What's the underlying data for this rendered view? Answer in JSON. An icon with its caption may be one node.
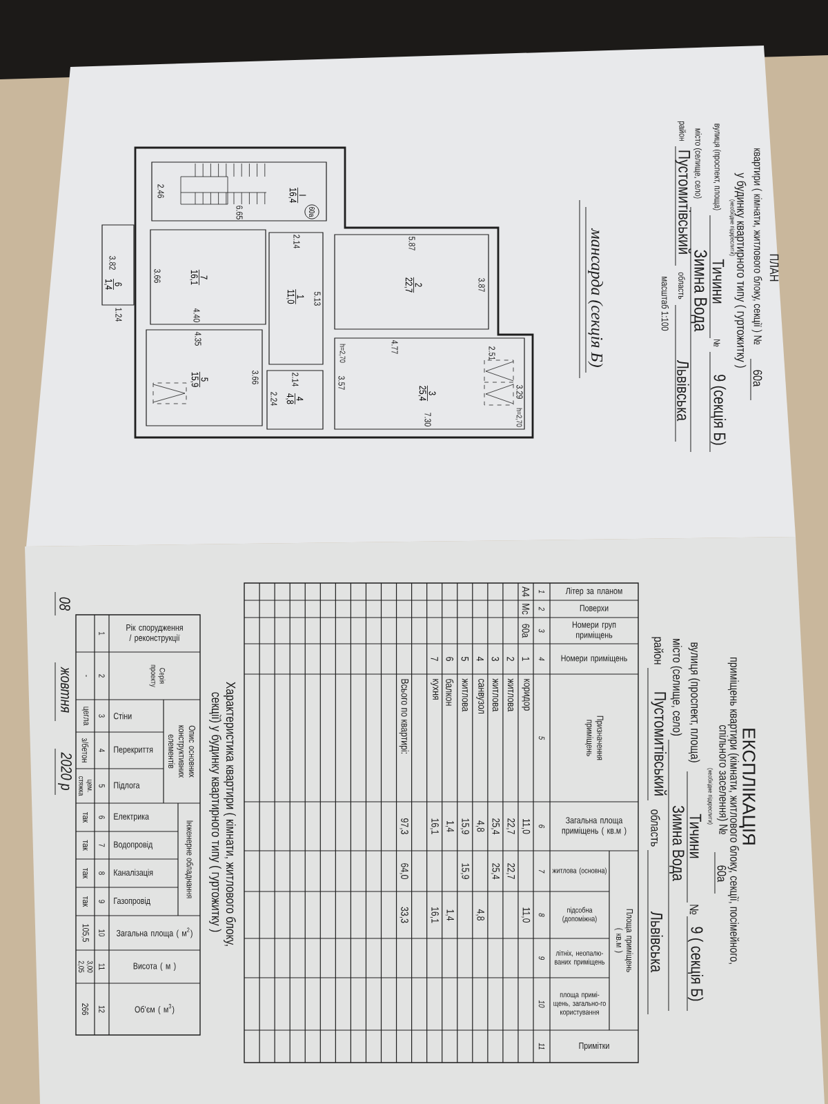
{
  "diagram": {
    "nodes": [
      {
        "text": [
          "I",
          "16,4"
        ]
      },
      {
        "text": [
          "60а"
        ],
        "in": 0
      },
      {
        "text": [
          "1",
          "11,0"
        ]
      },
      {
        "text": [
          "2",
          "22,7"
        ]
      },
      {
        "text": [
          "3",
          "25,4"
        ]
      },
      {
        "text": [
          "4",
          "4,8"
        ]
      },
      {
        "text": [
          "5",
          "15,9"
        ]
      },
      {
        "text": [
          "7",
          "16,1"
        ]
      },
      {
        "text": [
          "6",
          "1,4"
        ]
      }
    ],
    "labels": [
      "ПЛАН",
      "квартири ( кімнати, житлового блоку, секції ) №",
      "60а",
      "у будинку квартирного типу ( гуртожитку )",
      "(необхідне підкреслити)",
      "вулиця (проспект, площа)",
      "Тичини",
      "№",
      "9 (секція Б)",
      "місто (селище, село)",
      "Зимна Вода",
      "район",
      "Пустомитівський",
      "область",
      "Львівська",
      "масштаб 1:100",
      "мансарда (секція Б)",
      "2.46",
      "6.65",
      "2.14",
      "5.13",
      "5.87",
      "3.87",
      "3.66",
      "4.40",
      "3.82",
      "1.24",
      "4.35",
      "3.66",
      "2.14",
      "2.24",
      "h=2,70",
      "3.57",
      "4.77",
      "2.51",
      "3.29",
      "h=2,70",
      "7.30",
      "ЕКСПЛІКАЦІЯ",
      "приміщень квартири (кімнати, житлового блоку, секції, посімейного,",
      "спільного заселення) №",
      "60а",
      "(необхідне підкреслити)",
      "вулиця (проспект, площа)",
      "Тичини",
      "№",
      "9 ( секція Б)",
      "місто (селище, село)",
      "Зимна Вода",
      "район",
      "Пустомитівський",
      "область",
      "Львівська",
      "Літер за планом",
      "Поверхи",
      "Номери груп приміщень",
      "Номери приміщень",
      "Призначення приміщень",
      "Загальна площа приміщень ( кв.м )",
      "Площа приміщень ( кв.м )",
      "житлова (основна)",
      "підсобна (допоміжна)",
      "літніх, неопалю-ваних приміщень",
      "площа примі-щень, загально-го користування",
      "Примітки",
      "1",
      "2",
      "3",
      "4",
      "5",
      "6",
      "7",
      "8",
      "9",
      "10",
      "11",
      "А4",
      "Мс",
      "60а",
      "1",
      "коридор",
      "11,0",
      "11,0",
      "2",
      "житлова",
      "22,7",
      "22,7",
      "3",
      "житлова",
      "25,4",
      "25,4",
      "4",
      "санвузол",
      "4,8",
      "4,8",
      "5",
      "житлова",
      "15,9",
      "15,9",
      "6",
      "балкон",
      "1,4",
      "1,4",
      "7",
      "кухня",
      "16,1",
      "16,1",
      "Всього по квартирі:",
      "97,3",
      "64,0",
      "33,3",
      "Характеристика квартири ( кімнати, житлового блоку,",
      "секції) у будинку квартирного типу ( гуртожитку )",
      "Рік спорудження / реконструкції",
      "Серія проекту",
      "Опис основних конструктивних елементів",
      "Стіни",
      "Перекриття",
      "Підлога",
      "Інженерне обладнання",
      "Електрика",
      "Водопровід",
      "Каналізація",
      "Газопровід",
      "Загальна площа ( м$^{2}$)",
      "Висота ( м )",
      "Об'єм ( м$^{3}$)",
      "1",
      "2",
      "3",
      "4",
      "5",
      "6",
      "7",
      "8",
      "9",
      "10",
      "11",
      "12",
      "-",
      "цегла",
      "з/бетон",
      "цем. стяжка",
      "так",
      "так",
      "так",
      "так",
      "105,5",
      "3,00 2,05",
      "266",
      "08",
      "жовтня",
      "2020 р"
    ]
  }
}
